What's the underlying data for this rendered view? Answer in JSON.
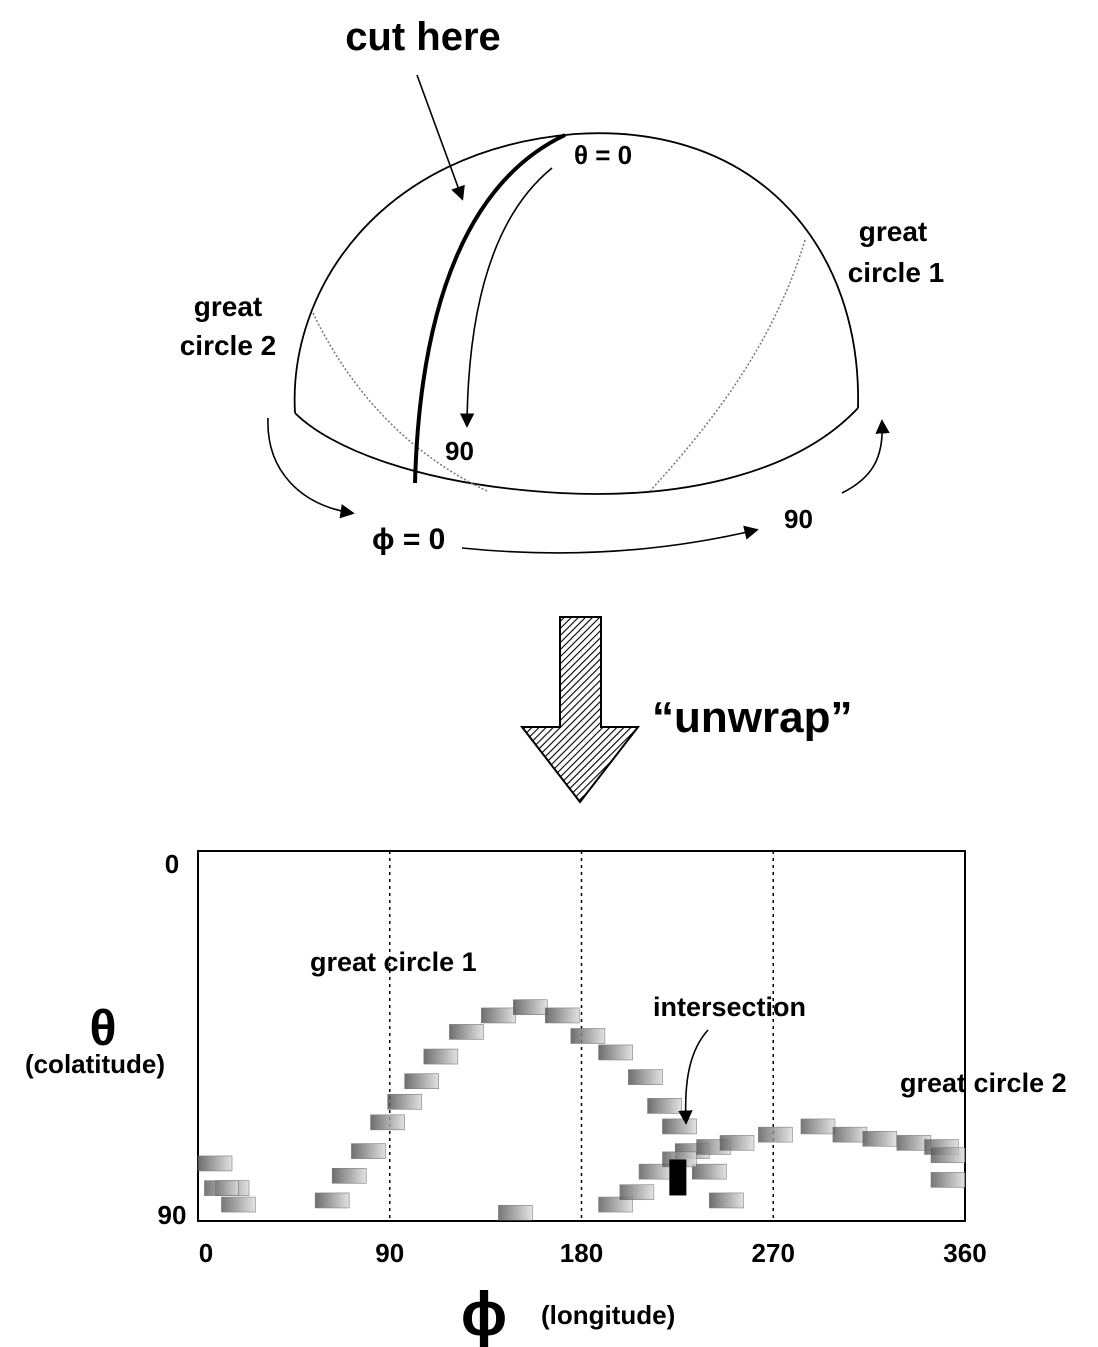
{
  "sphere": {
    "title": "cut here",
    "theta_zero": "θ = 0",
    "theta_ninety": "90",
    "gc1_line1": "great",
    "gc1_line2": "circle 1",
    "gc2_line1": "great",
    "gc2_line2": "circle 2",
    "phi_zero": "ϕ = 0",
    "phi_ninety": "90"
  },
  "arrow": {
    "label": "“unwrap”"
  },
  "chart_data": {
    "type": "heatmap",
    "x_label_symbol": "ϕ",
    "x_label": "(longitude)",
    "y_label_symbol": "θ",
    "y_label": "(colatitude)",
    "x_ticks": [
      "0",
      "90",
      "180",
      "270",
      "360"
    ],
    "y_ticks": [
      "0",
      "90"
    ],
    "xlim": [
      0,
      360
    ],
    "ylim": [
      0,
      90
    ],
    "y_inverted": true,
    "vertical_guides": [
      90,
      180,
      270
    ],
    "annotations": {
      "gc1": "great circle 1",
      "intersection": "intersection",
      "gc2": "great circle 2"
    },
    "intersection_point": {
      "x": 225,
      "y": 76
    },
    "series": [
      {
        "name": "great circle 1",
        "cells": [
          [
            0,
            76
          ],
          [
            8,
            82
          ],
          [
            55,
            85
          ],
          [
            63,
            79
          ],
          [
            72,
            73
          ],
          [
            81,
            66
          ],
          [
            89,
            61
          ],
          [
            97,
            56
          ],
          [
            106,
            50
          ],
          [
            118,
            44
          ],
          [
            133,
            40
          ],
          [
            148,
            38
          ],
          [
            163,
            40
          ],
          [
            175,
            45
          ],
          [
            188,
            49
          ],
          [
            202,
            55
          ],
          [
            211,
            62
          ],
          [
            218,
            67
          ],
          [
            224,
            73
          ],
          [
            232,
            78
          ],
          [
            240,
            85
          ]
        ]
      },
      {
        "name": "great circle 2",
        "cells": [
          [
            3,
            82
          ],
          [
            11,
            86
          ],
          [
            141,
            88
          ],
          [
            188,
            86
          ],
          [
            198,
            83
          ],
          [
            207,
            78
          ],
          [
            218,
            75
          ],
          [
            234,
            72
          ],
          [
            245,
            71
          ],
          [
            263,
            69
          ],
          [
            283,
            67
          ],
          [
            298,
            69
          ],
          [
            312,
            70
          ],
          [
            328,
            71
          ],
          [
            341,
            72
          ],
          [
            355,
            74
          ],
          [
            359,
            80
          ]
        ]
      }
    ]
  }
}
